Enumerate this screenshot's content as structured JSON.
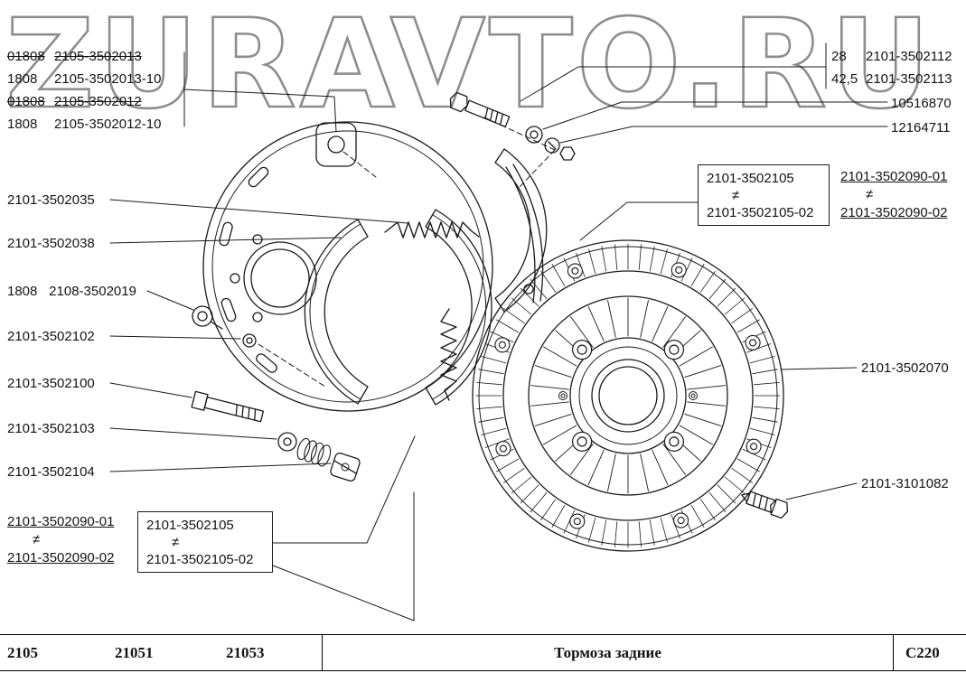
{
  "watermark": "ZURAVTO.RU",
  "top_left_group": {
    "rows": [
      {
        "qty": "01808",
        "num": "2105-3502013"
      },
      {
        "qty": "1808",
        "num": "2105-3502013-10"
      },
      {
        "qty": "01808",
        "num": "2105-3502012"
      },
      {
        "qty": "1808",
        "num": "2105-3502012-10"
      }
    ]
  },
  "left_labels": {
    "spring_upper": "2101-3502035",
    "shoe_front": "2101-3502038",
    "pin_row": {
      "qty": "1808",
      "num": "2108-3502019"
    },
    "washer_pin": "2101-3502102",
    "bolt": "2101-3502100",
    "spring_cup": "2101-3502103",
    "piston": "2101-3502104"
  },
  "left_variant_group": {
    "first": "2101-3502090-01",
    "neq": "≠",
    "second": "2101-3502090-02"
  },
  "left_box_group": {
    "first": "2101-3502105",
    "neq": "≠",
    "second": "2101-3502105-02"
  },
  "right_top_group": {
    "rows": [
      {
        "qty": "28",
        "num": "2101-3502112"
      },
      {
        "qty": "42,5",
        "num": "2101-3502113"
      }
    ],
    "washer": "10516870",
    "nut": "12164711"
  },
  "right_box_group": {
    "first": "2101-3502105",
    "neq": "≠",
    "second": "2101-3502105-02"
  },
  "right_variant_group": {
    "first": "2101-3502090-01",
    "neq": "≠",
    "second": "2101-3502090-02"
  },
  "right_labels": {
    "drum": "2101-3502070",
    "stud": "2101-3101082"
  },
  "footer": {
    "model1": "2105",
    "model2": "21051",
    "model3": "21053",
    "title": "Тормоза задние",
    "code": "C220"
  }
}
